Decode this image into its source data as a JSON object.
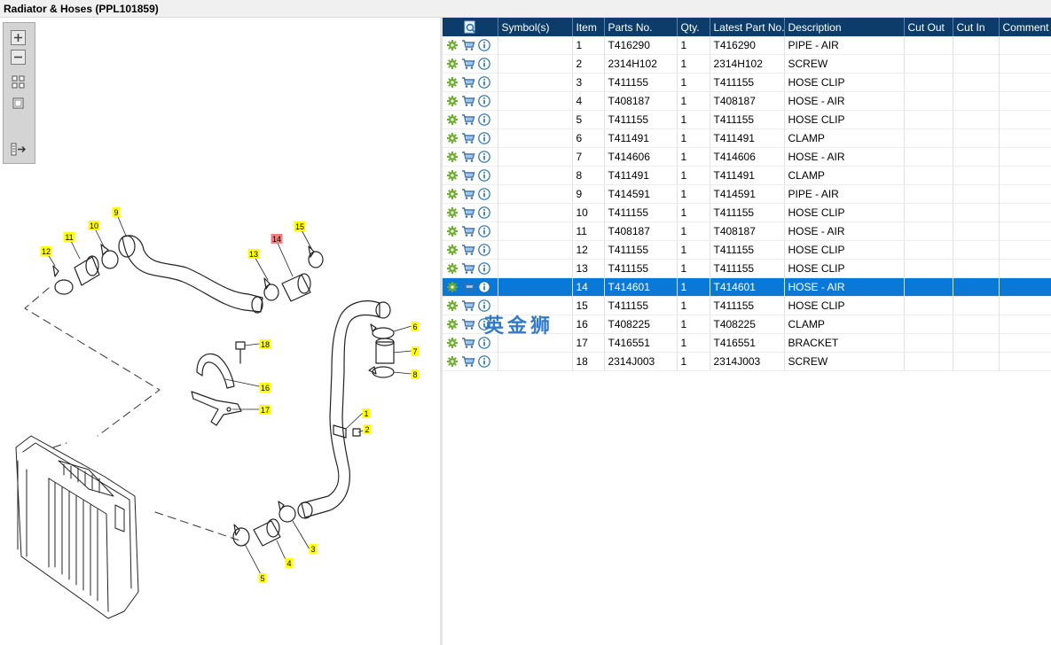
{
  "window": {
    "title": "Radiator & Hoses (PPL101859)"
  },
  "toolbox": {
    "buttons": [
      {
        "name": "zoom-in-button",
        "icon": "plus-icon"
      },
      {
        "name": "zoom-out-button",
        "icon": "minus-icon"
      },
      {
        "name": "fit-grid-button",
        "icon": "grid-icon"
      },
      {
        "name": "actual-size-button",
        "icon": "square-icon"
      },
      {
        "name": "export-list-button",
        "icon": "list-arrow-icon"
      }
    ]
  },
  "diagram": {
    "callouts": [
      {
        "num": "1",
        "hl": false
      },
      {
        "num": "2",
        "hl": false
      },
      {
        "num": "3",
        "hl": false
      },
      {
        "num": "4",
        "hl": false
      },
      {
        "num": "5",
        "hl": false
      },
      {
        "num": "6",
        "hl": false
      },
      {
        "num": "7",
        "hl": false
      },
      {
        "num": "8",
        "hl": false
      },
      {
        "num": "9",
        "hl": false
      },
      {
        "num": "10",
        "hl": false
      },
      {
        "num": "11",
        "hl": false
      },
      {
        "num": "12",
        "hl": false
      },
      {
        "num": "13",
        "hl": false
      },
      {
        "num": "14",
        "hl": true
      },
      {
        "num": "15",
        "hl": false
      },
      {
        "num": "16",
        "hl": false
      },
      {
        "num": "17",
        "hl": false
      },
      {
        "num": "18",
        "hl": false
      }
    ],
    "colors": {
      "callout_fill": "#ffff00",
      "callout_highlight": "#f08080",
      "line": "#222222"
    }
  },
  "table": {
    "header_icon": "search-page-icon",
    "columns": [
      "Symbol(s)",
      "Item",
      "Parts No.",
      "Qty.",
      "Latest Part No.",
      "Description",
      "Cut Out",
      "Cut In",
      "Comment"
    ],
    "row_icons": [
      "gear-icon",
      "cart-icon",
      "info-icon"
    ],
    "selected_item": "14",
    "colors": {
      "header_bg": "#0b3c6a",
      "selected_bg": "#0a78d7",
      "gear": "#6cae2b",
      "info": "#1f6db5"
    },
    "rows": [
      {
        "item": "1",
        "part": "T416290",
        "qty": "1",
        "latest": "T416290",
        "desc": "PIPE - AIR"
      },
      {
        "item": "2",
        "part": "2314H102",
        "qty": "1",
        "latest": "2314H102",
        "desc": "SCREW"
      },
      {
        "item": "3",
        "part": "T411155",
        "qty": "1",
        "latest": "T411155",
        "desc": "HOSE CLIP"
      },
      {
        "item": "4",
        "part": "T408187",
        "qty": "1",
        "latest": "T408187",
        "desc": "HOSE - AIR"
      },
      {
        "item": "5",
        "part": "T411155",
        "qty": "1",
        "latest": "T411155",
        "desc": "HOSE CLIP"
      },
      {
        "item": "6",
        "part": "T411491",
        "qty": "1",
        "latest": "T411491",
        "desc": "CLAMP"
      },
      {
        "item": "7",
        "part": "T414606",
        "qty": "1",
        "latest": "T414606",
        "desc": "HOSE - AIR"
      },
      {
        "item": "8",
        "part": "T411491",
        "qty": "1",
        "latest": "T411491",
        "desc": "CLAMP"
      },
      {
        "item": "9",
        "part": "T414591",
        "qty": "1",
        "latest": "T414591",
        "desc": "PIPE - AIR"
      },
      {
        "item": "10",
        "part": "T411155",
        "qty": "1",
        "latest": "T411155",
        "desc": "HOSE CLIP"
      },
      {
        "item": "11",
        "part": "T408187",
        "qty": "1",
        "latest": "T408187",
        "desc": "HOSE - AIR"
      },
      {
        "item": "12",
        "part": "T411155",
        "qty": "1",
        "latest": "T411155",
        "desc": "HOSE CLIP"
      },
      {
        "item": "13",
        "part": "T411155",
        "qty": "1",
        "latest": "T411155",
        "desc": "HOSE CLIP"
      },
      {
        "item": "14",
        "part": "T414601",
        "qty": "1",
        "latest": "T414601",
        "desc": "HOSE - AIR"
      },
      {
        "item": "15",
        "part": "T411155",
        "qty": "1",
        "latest": "T411155",
        "desc": "HOSE CLIP"
      },
      {
        "item": "16",
        "part": "T408225",
        "qty": "1",
        "latest": "T408225",
        "desc": "CLAMP"
      },
      {
        "item": "17",
        "part": "T416551",
        "qty": "1",
        "latest": "T416551",
        "desc": "BRACKET"
      },
      {
        "item": "18",
        "part": "2314J003",
        "qty": "1",
        "latest": "2314J003",
        "desc": "SCREW"
      }
    ]
  },
  "watermark": "英金狮"
}
